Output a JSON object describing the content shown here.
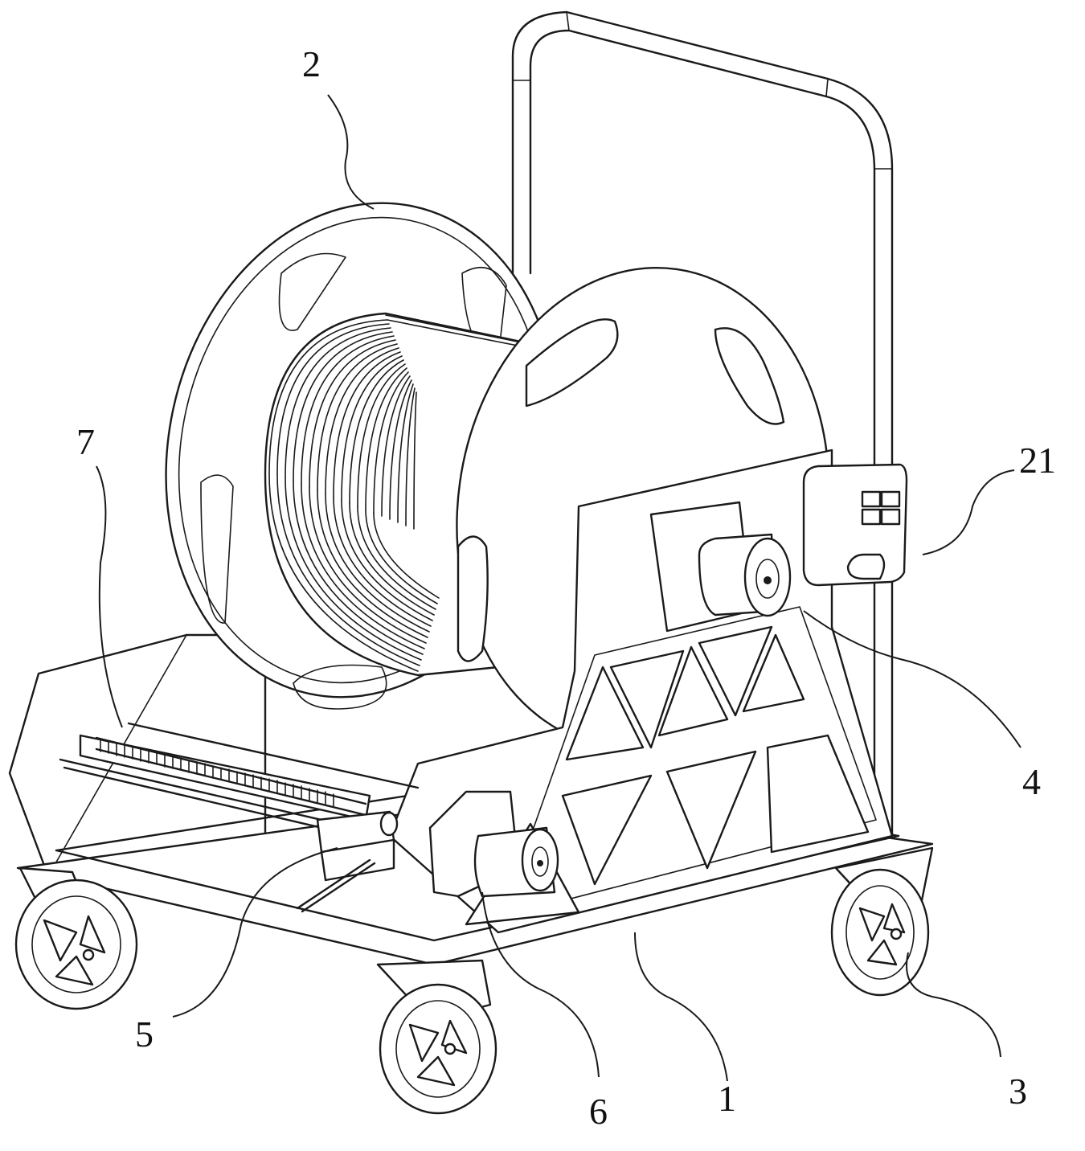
{
  "figure": {
    "labels": [
      {
        "id": "label-2",
        "text": "2"
      },
      {
        "id": "label-7",
        "text": "7"
      },
      {
        "id": "label-21",
        "text": "21"
      },
      {
        "id": "label-4",
        "text": "4"
      },
      {
        "id": "label-5",
        "text": "5"
      },
      {
        "id": "label-6",
        "text": "6"
      },
      {
        "id": "label-1",
        "text": "1"
      },
      {
        "id": "label-3",
        "text": "3"
      }
    ]
  }
}
